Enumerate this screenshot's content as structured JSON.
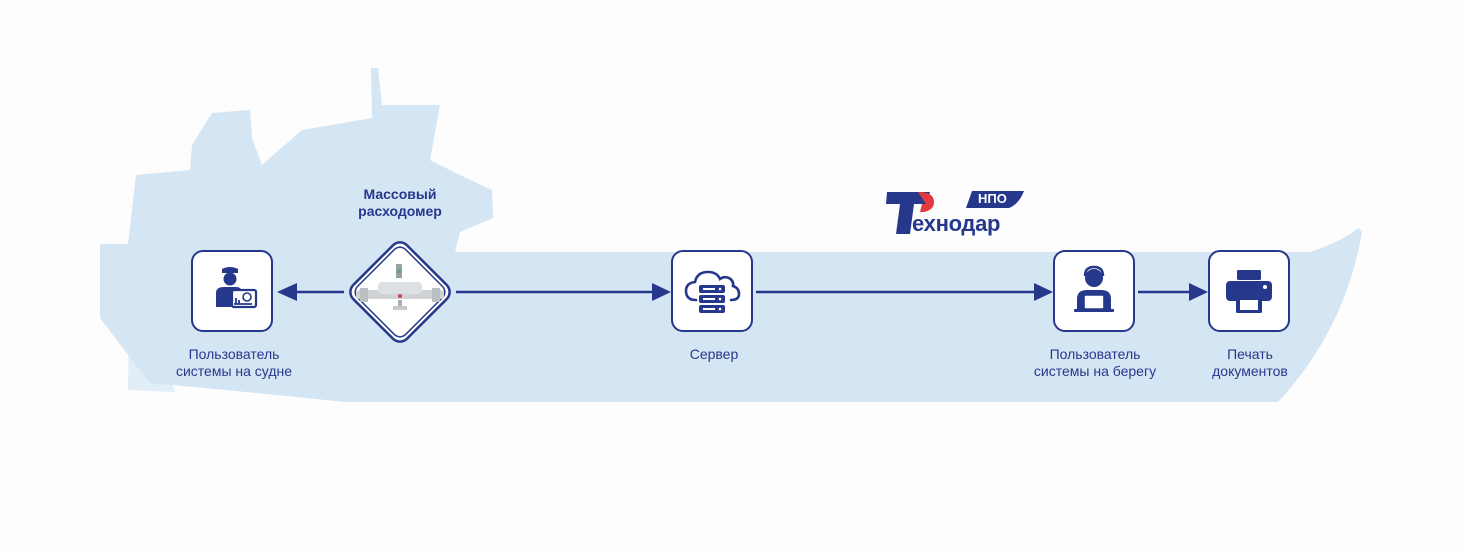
{
  "colors": {
    "ship": "#d4e5f4",
    "primary": "#26388c",
    "logo_accent": "#e23a3e",
    "node_bg": "#ffffff"
  },
  "meter": {
    "title_line1": "Массовый",
    "title_line2": "расходомер",
    "icon": "mass-flowmeter-image"
  },
  "nodes": {
    "ship_user": {
      "line1": "Пользователь",
      "line2": "системы на судне",
      "icon": "ship-operator-icon"
    },
    "server": {
      "line1": "Сервер",
      "icon": "cloud-server-icon"
    },
    "shore_user": {
      "line1": "Пользователь",
      "line2": "системы на берегу",
      "icon": "shore-operator-icon"
    },
    "print": {
      "line1": "Печать",
      "line2": "документов",
      "icon": "printer-icon"
    }
  },
  "logo": {
    "word": "ехнодар",
    "badge": "НПО"
  },
  "connections": [
    {
      "from": "meter",
      "to": "ship_user",
      "direction": "forward"
    },
    {
      "from": "meter",
      "to": "server",
      "direction": "forward"
    },
    {
      "from": "server",
      "to": "shore_user",
      "direction": "forward"
    },
    {
      "from": "shore_user",
      "to": "print",
      "direction": "forward"
    }
  ]
}
